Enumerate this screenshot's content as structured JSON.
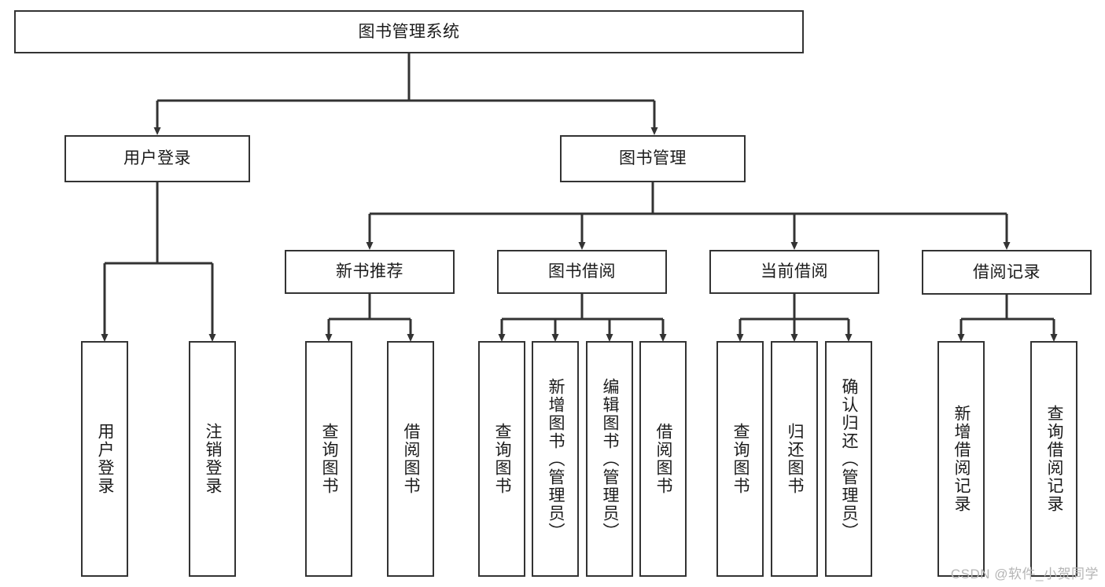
{
  "diagram": {
    "title": "图书管理系统",
    "watermark": "CSDN @软件_小贺同学",
    "line_color": "#333333",
    "box_fill": "#ffffff",
    "text_color": "#1b1b1b",
    "watermark_color": "#b5b5b5",
    "type": "tree",
    "levels": 4
  },
  "nodes": {
    "root": {
      "label": "图书管理系统",
      "level": 1
    },
    "user_login": {
      "label": "用户登录",
      "level": 2
    },
    "book_manage": {
      "label": "图书管理",
      "level": 2
    },
    "new_book_rec": {
      "label": "新书推荐",
      "level": 3
    },
    "book_borrow": {
      "label": "图书借阅",
      "level": 3
    },
    "current_borrow": {
      "label": "当前借阅",
      "level": 3
    },
    "borrow_record": {
      "label": "借阅记录",
      "level": 3
    },
    "leaf_user_login": {
      "label": "用户登录",
      "level": 4
    },
    "leaf_logout": {
      "label": "注销登录",
      "level": 4
    },
    "leaf_query_book_1": {
      "label": "查询图书",
      "level": 4
    },
    "leaf_borrow_book_1": {
      "label": "借阅图书",
      "level": 4
    },
    "leaf_query_book_2": {
      "label": "查询图书",
      "level": 4
    },
    "leaf_add_book": {
      "label": "新增图书（管理员）",
      "level": 4
    },
    "leaf_edit_book": {
      "label": "编辑图书（管理员）",
      "level": 4
    },
    "leaf_borrow_book_2": {
      "label": "借阅图书",
      "level": 4
    },
    "leaf_query_book_3": {
      "label": "查询图书",
      "level": 4
    },
    "leaf_return_book": {
      "label": "归还图书",
      "level": 4
    },
    "leaf_confirm_return": {
      "label": "确认归还（管理员）",
      "level": 4
    },
    "leaf_add_record": {
      "label": "新增借阅记录",
      "level": 4
    },
    "leaf_query_record": {
      "label": "查询借阅记录",
      "level": 4
    }
  },
  "edges": [
    {
      "from": "root",
      "to": "user_login"
    },
    {
      "from": "root",
      "to": "book_manage"
    },
    {
      "from": "book_manage",
      "to": "new_book_rec"
    },
    {
      "from": "book_manage",
      "to": "book_borrow"
    },
    {
      "from": "book_manage",
      "to": "current_borrow"
    },
    {
      "from": "book_manage",
      "to": "borrow_record"
    },
    {
      "from": "user_login",
      "to": "leaf_user_login"
    },
    {
      "from": "user_login",
      "to": "leaf_logout"
    },
    {
      "from": "new_book_rec",
      "to": "leaf_query_book_1"
    },
    {
      "from": "new_book_rec",
      "to": "leaf_borrow_book_1"
    },
    {
      "from": "book_borrow",
      "to": "leaf_query_book_2"
    },
    {
      "from": "book_borrow",
      "to": "leaf_add_book"
    },
    {
      "from": "book_borrow",
      "to": "leaf_edit_book"
    },
    {
      "from": "book_borrow",
      "to": "leaf_borrow_book_2"
    },
    {
      "from": "current_borrow",
      "to": "leaf_query_book_3"
    },
    {
      "from": "current_borrow",
      "to": "leaf_return_book"
    },
    {
      "from": "current_borrow",
      "to": "leaf_confirm_return"
    },
    {
      "from": "borrow_record",
      "to": "leaf_add_record"
    },
    {
      "from": "borrow_record",
      "to": "leaf_query_record"
    }
  ]
}
